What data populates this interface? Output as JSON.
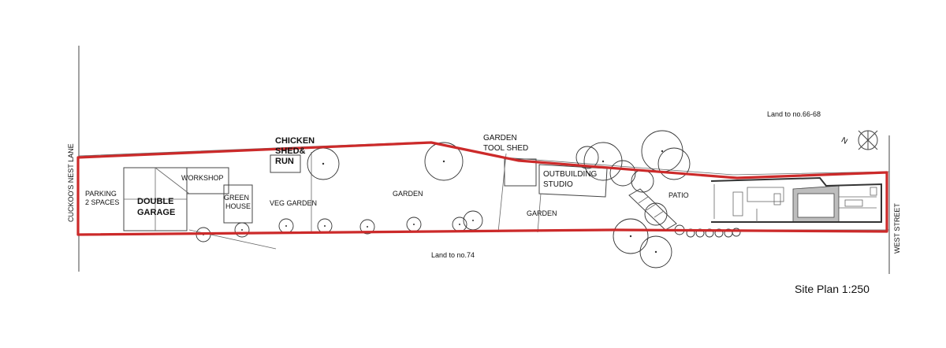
{
  "labels": {
    "cuckoos_nest_lane": "CUCKOO'S NEST LANE",
    "west_street": "WEST STREET",
    "land_north": "Land to no.66-68",
    "land_south": "Land to no.74",
    "north_marker": "N",
    "parking": [
      "PARKING",
      "2 SPACES"
    ],
    "double_garage": [
      "DOUBLE",
      "GARAGE"
    ],
    "workshop": "WORKSHOP",
    "green_house": [
      "GREEN",
      "HOUSE"
    ],
    "veg_garden": "VEG GARDEN",
    "chicken_shed": [
      "CHICKEN",
      "SHED&",
      "RUN"
    ],
    "garden_main": "GARDEN",
    "garden_tool_shed": [
      "GARDEN",
      "TOOL SHED"
    ],
    "garden_lower": "GARDEN",
    "outbuilding_studio": [
      "OUTBUILDING",
      "STUDIO"
    ],
    "patio": "PATIO",
    "site_plan_title": "Site Plan 1:250"
  },
  "colors": {
    "boundary": "#cc2a2a",
    "linework": "#444444",
    "building_fill": "#bdbdbd"
  }
}
